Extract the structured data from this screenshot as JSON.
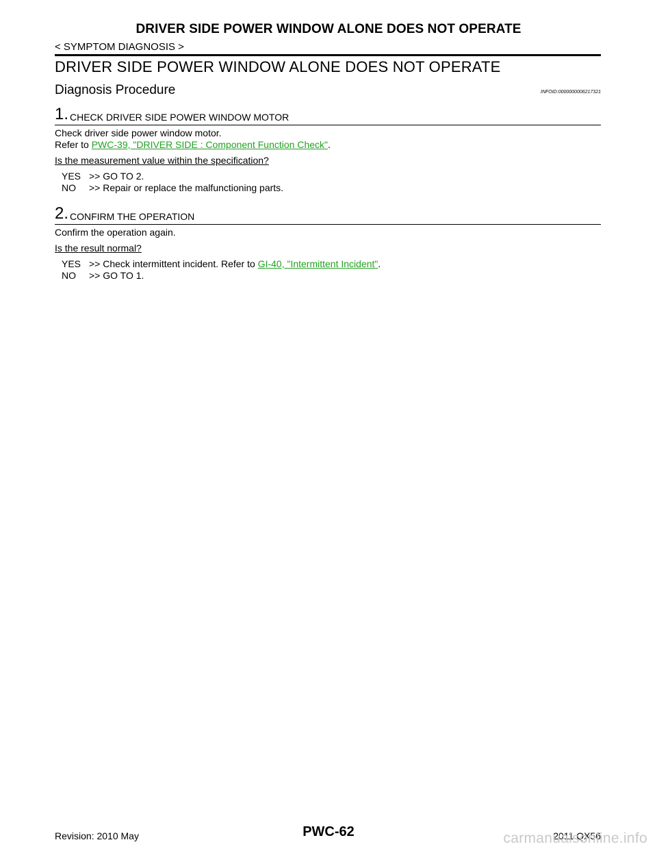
{
  "header": {
    "running_title": "DRIVER SIDE POWER WINDOW ALONE DOES NOT OPERATE",
    "section": "< SYMPTOM DIAGNOSIS >"
  },
  "main": {
    "title": "DRIVER SIDE POWER WINDOW ALONE DOES NOT OPERATE",
    "subtitle": "Diagnosis Procedure",
    "info_id": "INFOID:0000000006217321"
  },
  "steps": [
    {
      "number": "1.",
      "title": "CHECK DRIVER SIDE POWER WINDOW MOTOR",
      "lines": [
        "Check driver side power window motor."
      ],
      "refer_prefix": "Refer to ",
      "refer_link": "PWC-39, \"DRIVER SIDE : Component Function Check\"",
      "refer_suffix": ".",
      "question": "Is the measurement value within the specification?",
      "answers": [
        {
          "key": "YES",
          "text": ">> GO TO 2."
        },
        {
          "key": "NO",
          "text": ">> Repair or replace the malfunctioning parts."
        }
      ]
    },
    {
      "number": "2.",
      "title": "CONFIRM THE OPERATION",
      "lines": [
        "Confirm the operation again."
      ],
      "question": "Is the result normal?",
      "answers": [
        {
          "key": "YES",
          "text": ">> Check intermittent incident. Refer to ",
          "link": "GI-40, \"Intermittent Incident\"",
          "suffix": "."
        },
        {
          "key": "NO",
          "text": ">> GO TO 1."
        }
      ]
    }
  ],
  "footer": {
    "revision": "Revision: 2010 May",
    "page_number": "PWC-62",
    "model": "2011 QX56",
    "watermark": "carmanualsonline.info"
  },
  "colors": {
    "link": "#22a022",
    "text": "#000000",
    "watermark": "#c9c9c9"
  }
}
